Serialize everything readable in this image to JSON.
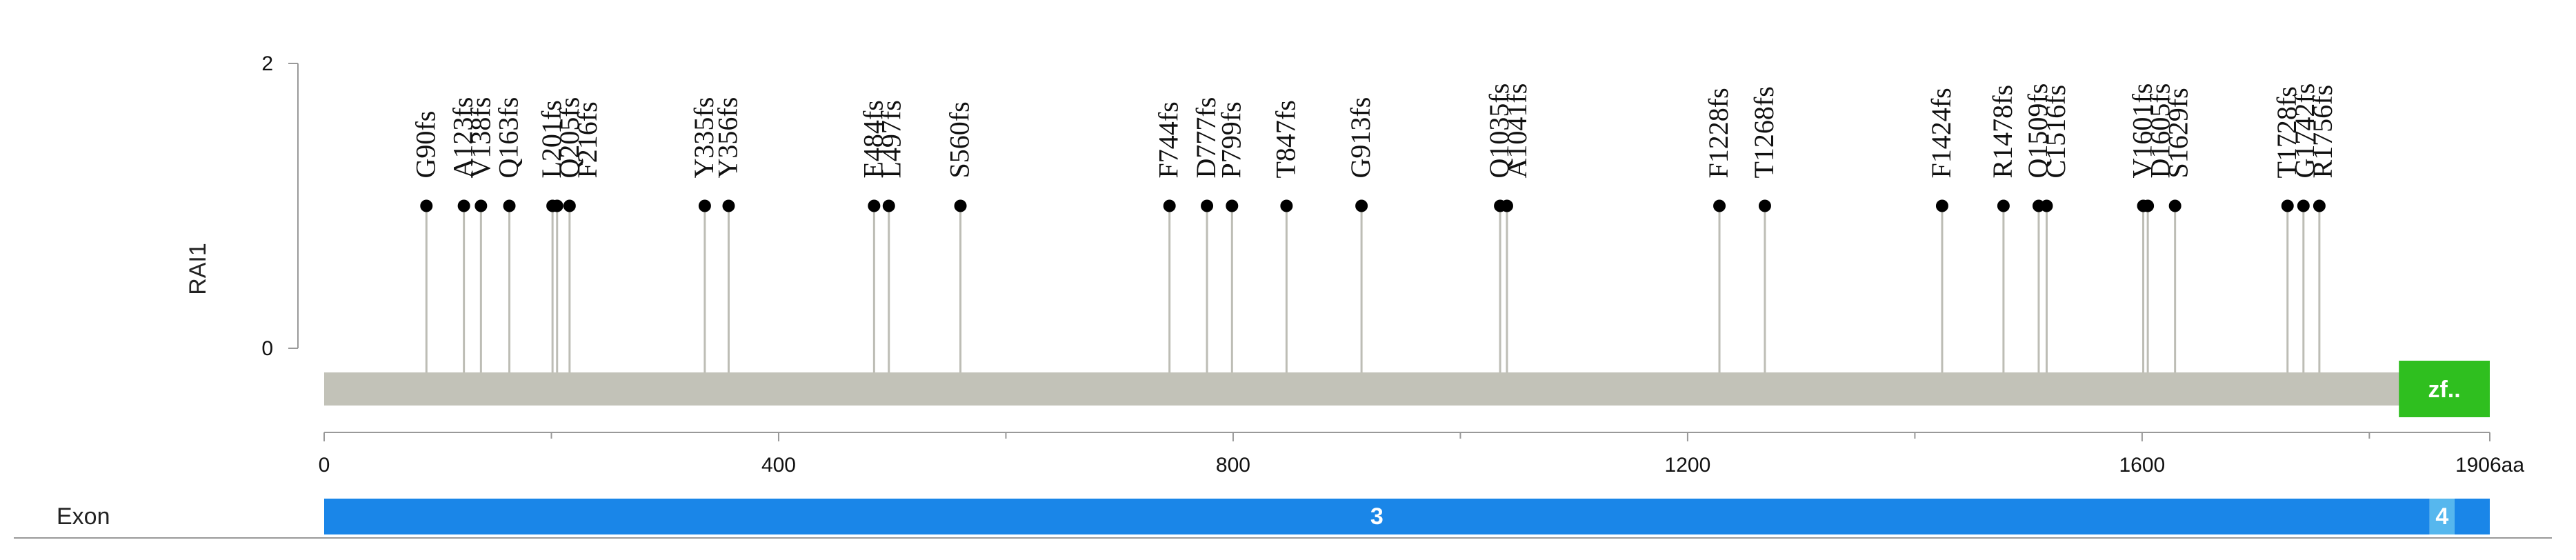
{
  "chart_data": {
    "type": "lollipop",
    "gene": "RAI1",
    "protein_length": 1906,
    "length_label": "1906aa",
    "y_ticks": [
      "0",
      "2"
    ],
    "ylim": [
      0,
      2
    ],
    "x_ticks": [
      0,
      400,
      800,
      1200,
      1600
    ],
    "x_tick_labels": [
      "0",
      "400",
      "800",
      "1200",
      "1600"
    ],
    "mutations": [
      {
        "label": "G90fs",
        "pos": 90,
        "count": 1
      },
      {
        "label": "A123fs",
        "pos": 123,
        "count": 1
      },
      {
        "label": "V138fs",
        "pos": 138,
        "count": 1
      },
      {
        "label": "Q163fs",
        "pos": 163,
        "count": 1
      },
      {
        "label": "L201fs",
        "pos": 201,
        "count": 1
      },
      {
        "label": "Q205fs",
        "pos": 205,
        "count": 1
      },
      {
        "label": "F216fs",
        "pos": 216,
        "count": 1
      },
      {
        "label": "Y335fs",
        "pos": 335,
        "count": 1
      },
      {
        "label": "Y356fs",
        "pos": 356,
        "count": 1
      },
      {
        "label": "E484fs",
        "pos": 484,
        "count": 1
      },
      {
        "label": "L497fs",
        "pos": 497,
        "count": 1
      },
      {
        "label": "S560fs",
        "pos": 560,
        "count": 1
      },
      {
        "label": "F744fs",
        "pos": 744,
        "count": 1
      },
      {
        "label": "D777fs",
        "pos": 777,
        "count": 1
      },
      {
        "label": "P799fs",
        "pos": 799,
        "count": 1
      },
      {
        "label": "T847fs",
        "pos": 847,
        "count": 1
      },
      {
        "label": "G913fs",
        "pos": 913,
        "count": 1
      },
      {
        "label": "Q1035fs",
        "pos": 1035,
        "count": 1
      },
      {
        "label": "A1041fs",
        "pos": 1041,
        "count": 1
      },
      {
        "label": "F1228fs",
        "pos": 1228,
        "count": 1
      },
      {
        "label": "T1268fs",
        "pos": 1268,
        "count": 1
      },
      {
        "label": "F1424fs",
        "pos": 1424,
        "count": 1
      },
      {
        "label": "R1478fs",
        "pos": 1478,
        "count": 1
      },
      {
        "label": "Q1509fs",
        "pos": 1509,
        "count": 1
      },
      {
        "label": "C1516fs",
        "pos": 1516,
        "count": 1
      },
      {
        "label": "V1601fs",
        "pos": 1601,
        "count": 1
      },
      {
        "label": "D1605fs",
        "pos": 1605,
        "count": 1
      },
      {
        "label": "S1629fs",
        "pos": 1629,
        "count": 1
      },
      {
        "label": "T1728fs",
        "pos": 1728,
        "count": 1
      },
      {
        "label": "G1742fs",
        "pos": 1742,
        "count": 1
      },
      {
        "label": "R1756fs",
        "pos": 1756,
        "count": 1
      }
    ],
    "domains": [
      {
        "label": "zf..",
        "start": 1826,
        "end": 1906,
        "color": "#2fbf1f"
      }
    ],
    "exon_track": {
      "label": "Exon",
      "exons": [
        {
          "label": "3",
          "start": 0,
          "end": 1853,
          "color": "#1a86e8"
        },
        {
          "label": "4",
          "start": 1853,
          "end": 1875,
          "color": "#56b7ee"
        }
      ]
    },
    "colors": {
      "backbone": "#c2c2b8",
      "stem": "#bdbdb5",
      "dot": "#000000",
      "axis": "#999999"
    }
  }
}
